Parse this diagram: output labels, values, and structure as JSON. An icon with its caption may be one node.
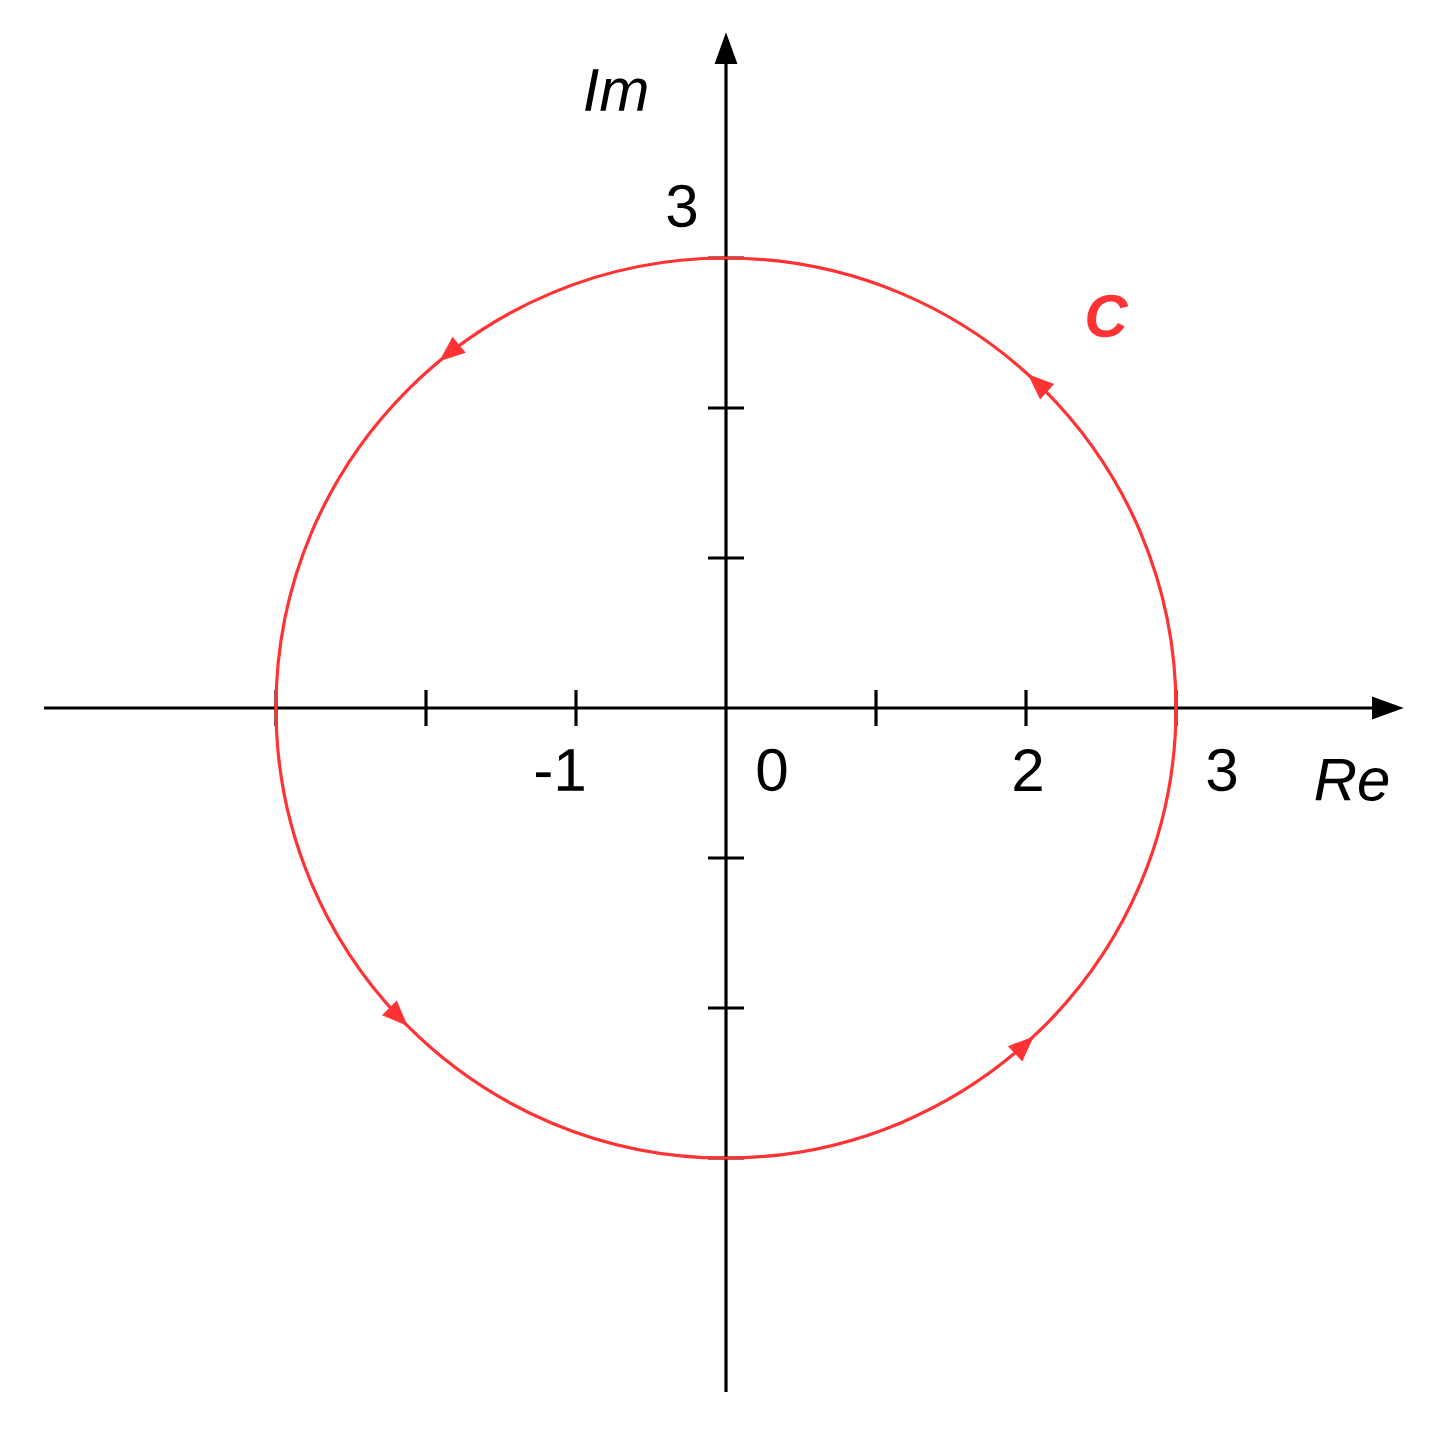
{
  "diagram": {
    "labels": [
      "Im",
      "3",
      "C",
      "-1",
      "0",
      "2",
      "3",
      "Re"
    ]
  }
}
